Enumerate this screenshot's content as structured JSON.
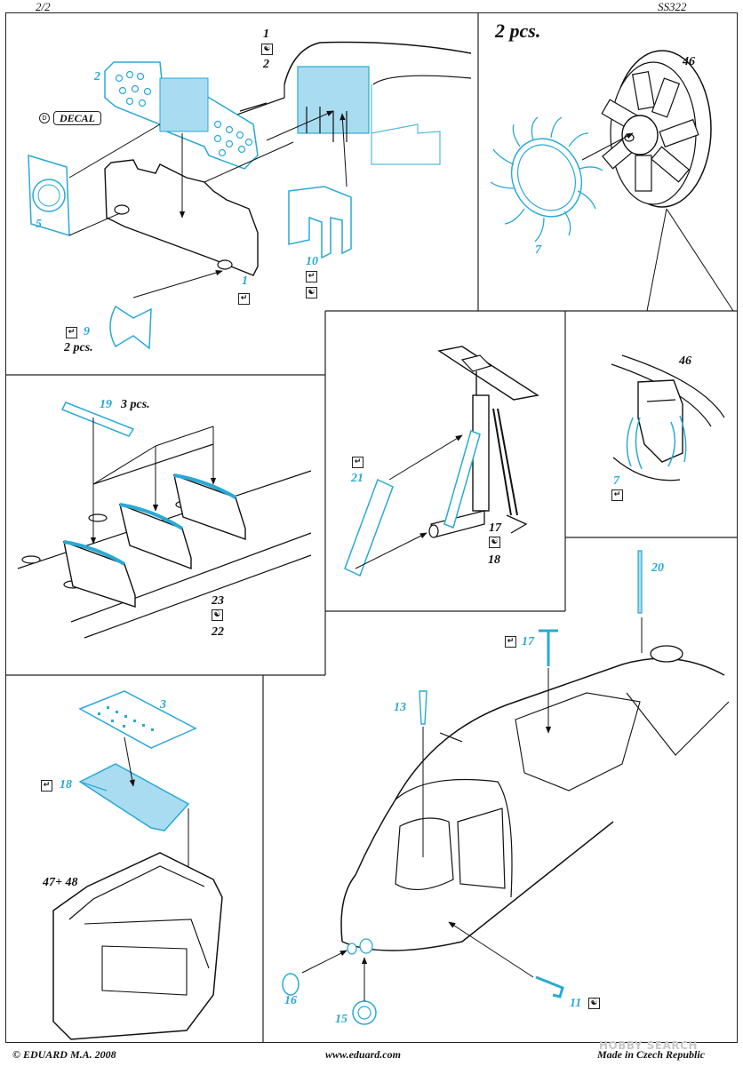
{
  "header": {
    "page": "2/2",
    "code": "SS322"
  },
  "footer": {
    "copyright": "© EDUARD  M.A. 2008",
    "website": "www.eduard.com",
    "made_in": "Made in Czech Republic",
    "watermark": "HOBBY SEARCH"
  },
  "decal": {
    "label": "DECAL"
  },
  "labels": {
    "p1_top": "1",
    "p2_top": "2",
    "p2_panel": "2",
    "p5": "5",
    "p1_bracket": "1",
    "p9": "9",
    "two_pcs_9": "2 pcs.",
    "p10": "10",
    "two_pcs_engine": "2 pcs.",
    "p46_top": "46",
    "p7": "7",
    "p46_detail": "46",
    "p7_detail": "7",
    "p19": "19",
    "three_pcs": "3 pcs.",
    "p23": "23",
    "p22": "22",
    "p21": "21",
    "p17": "17",
    "p18": "18",
    "p3": "3",
    "p18_panel": "18",
    "p47_48": "47+ 48",
    "p20": "20",
    "p17_antenna": "17",
    "p13": "13",
    "p11": "11",
    "p16": "16",
    "p15": "15"
  },
  "icons": {
    "fold": "fold-icon",
    "remove": "remove-part-icon",
    "decal": "decal-icon"
  },
  "colors": {
    "etch": "#29a9d6",
    "etch_fill": "#a9dcf1",
    "ink": "#111111"
  }
}
